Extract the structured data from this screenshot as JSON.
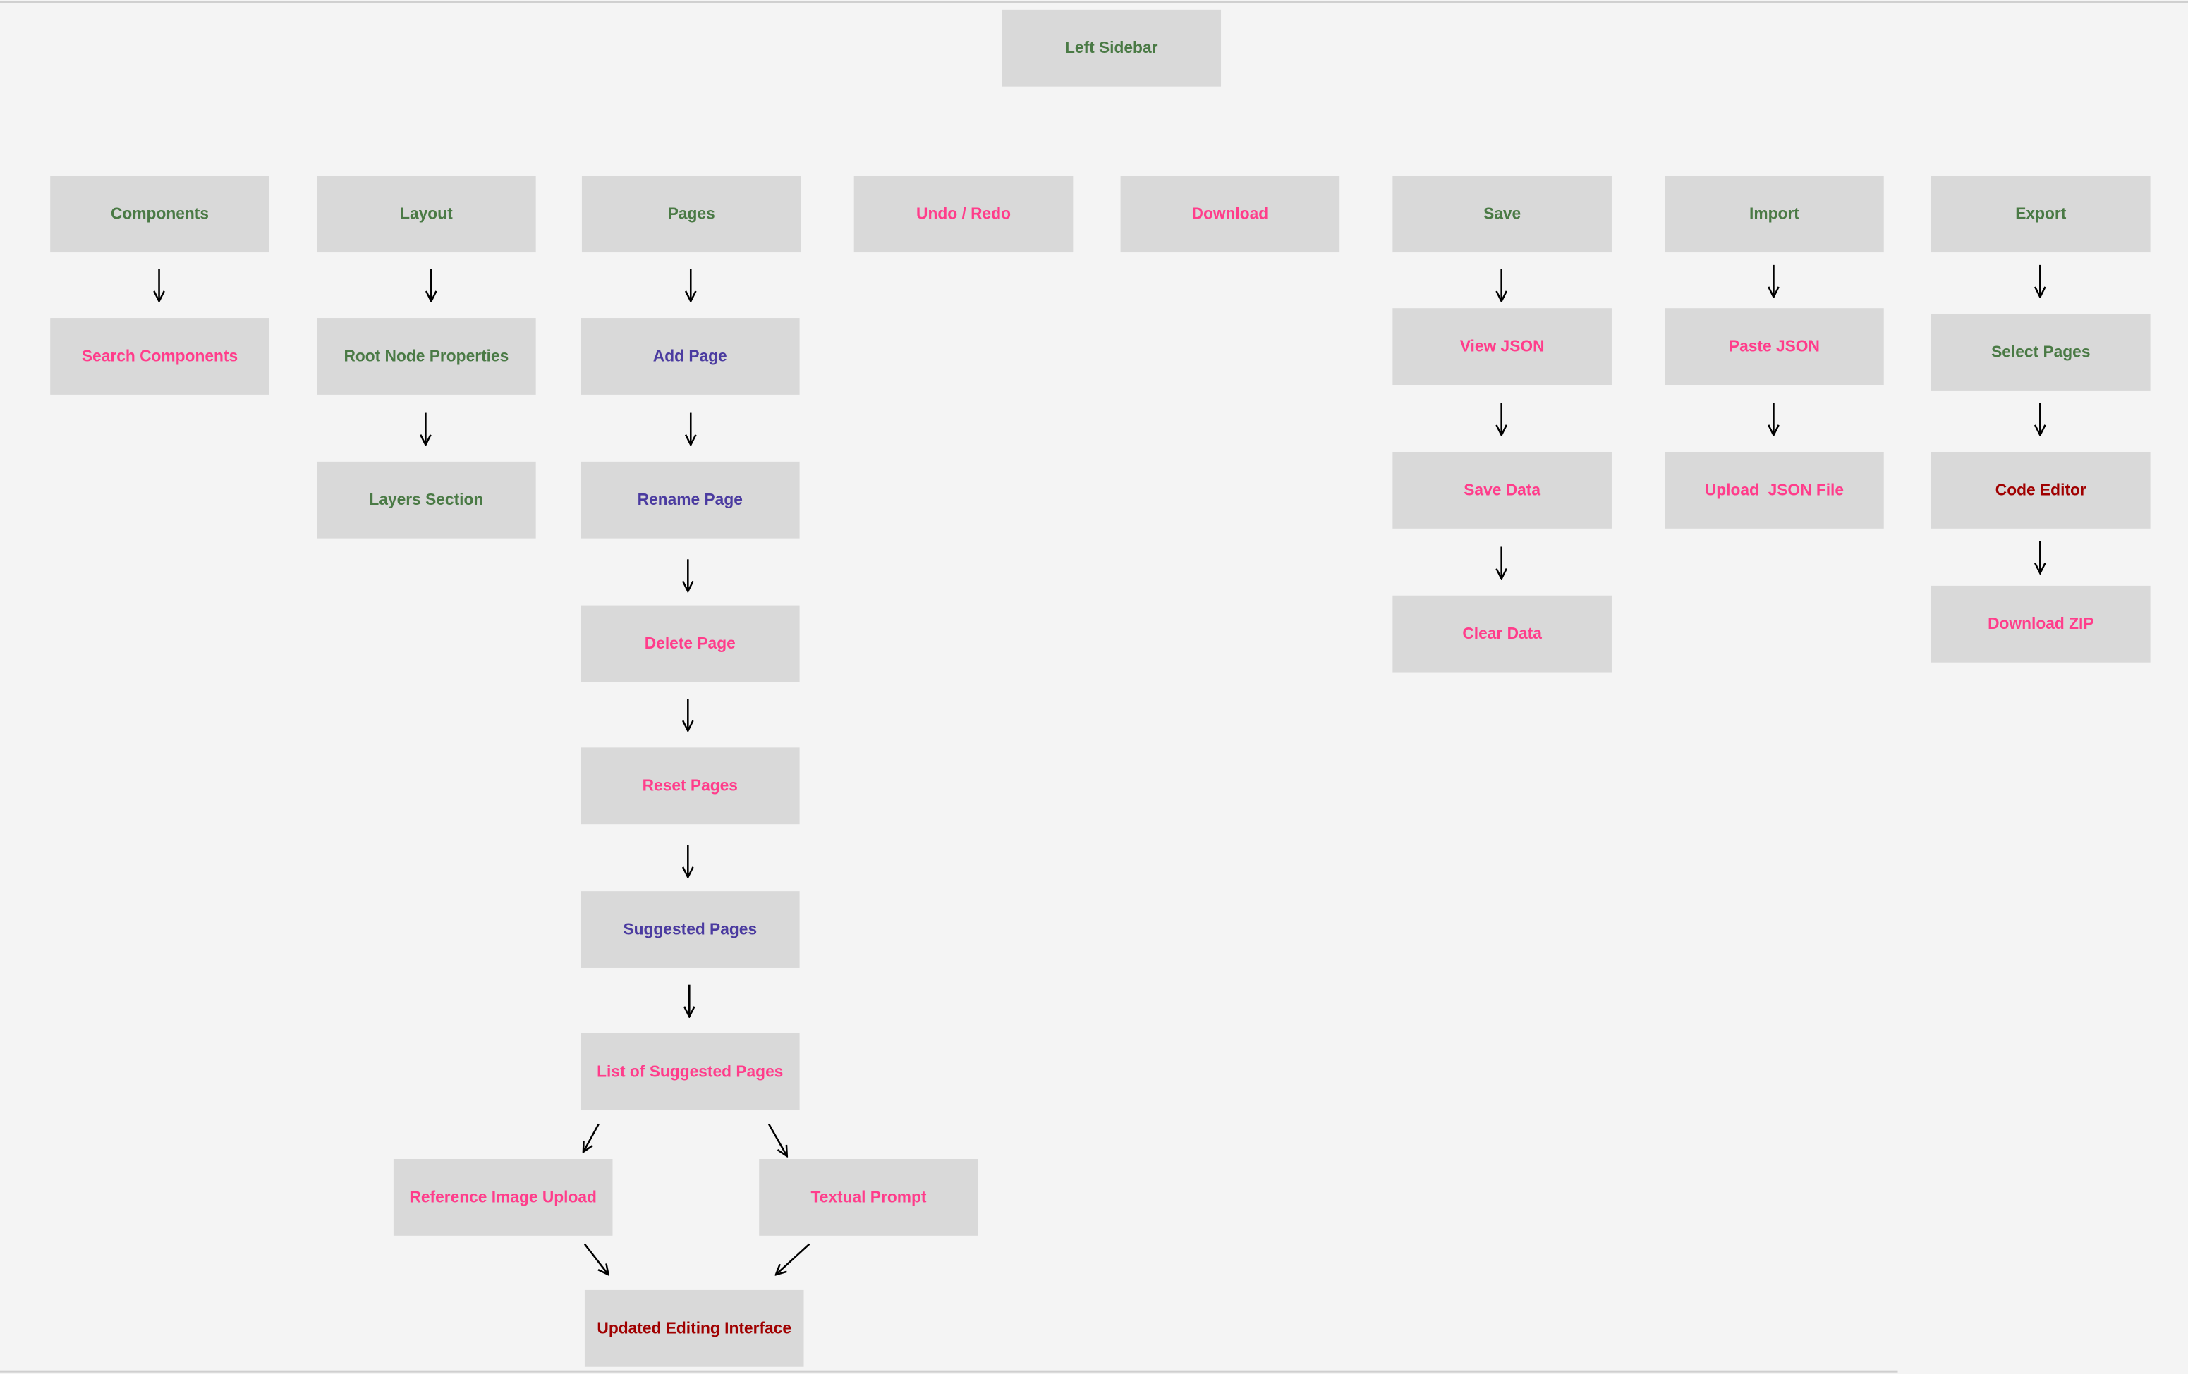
{
  "root": "Left Sidebar",
  "top_level": [
    "Components",
    "Layout",
    "Pages",
    "Undo / Redo",
    "Download",
    "Save",
    "Import",
    "Export"
  ],
  "components": [
    "Search Components"
  ],
  "layout": [
    "Root Node Properties",
    "Layers Section"
  ],
  "pages": [
    "Add Page",
    "Rename Page",
    "Delete Page",
    "Reset Pages",
    "Suggested Pages",
    "List of Suggested Pages"
  ],
  "suggested_branches": [
    "Reference Image Upload",
    "Textual Prompt"
  ],
  "final": "Updated Editing Interface",
  "save": [
    "View JSON",
    "Save Data",
    "Clear Data"
  ],
  "import": [
    "Paste JSON",
    "Upload  JSON File"
  ],
  "export": [
    "Select Pages",
    "Code Editor",
    "Download ZIP"
  ],
  "colors": {
    "green": "#4a7a45",
    "pink": "#ff3d8b",
    "purple": "#4b3ba0",
    "darkred": "#a00000",
    "box": "#d9d9d9",
    "background": "#f4f4f4"
  }
}
